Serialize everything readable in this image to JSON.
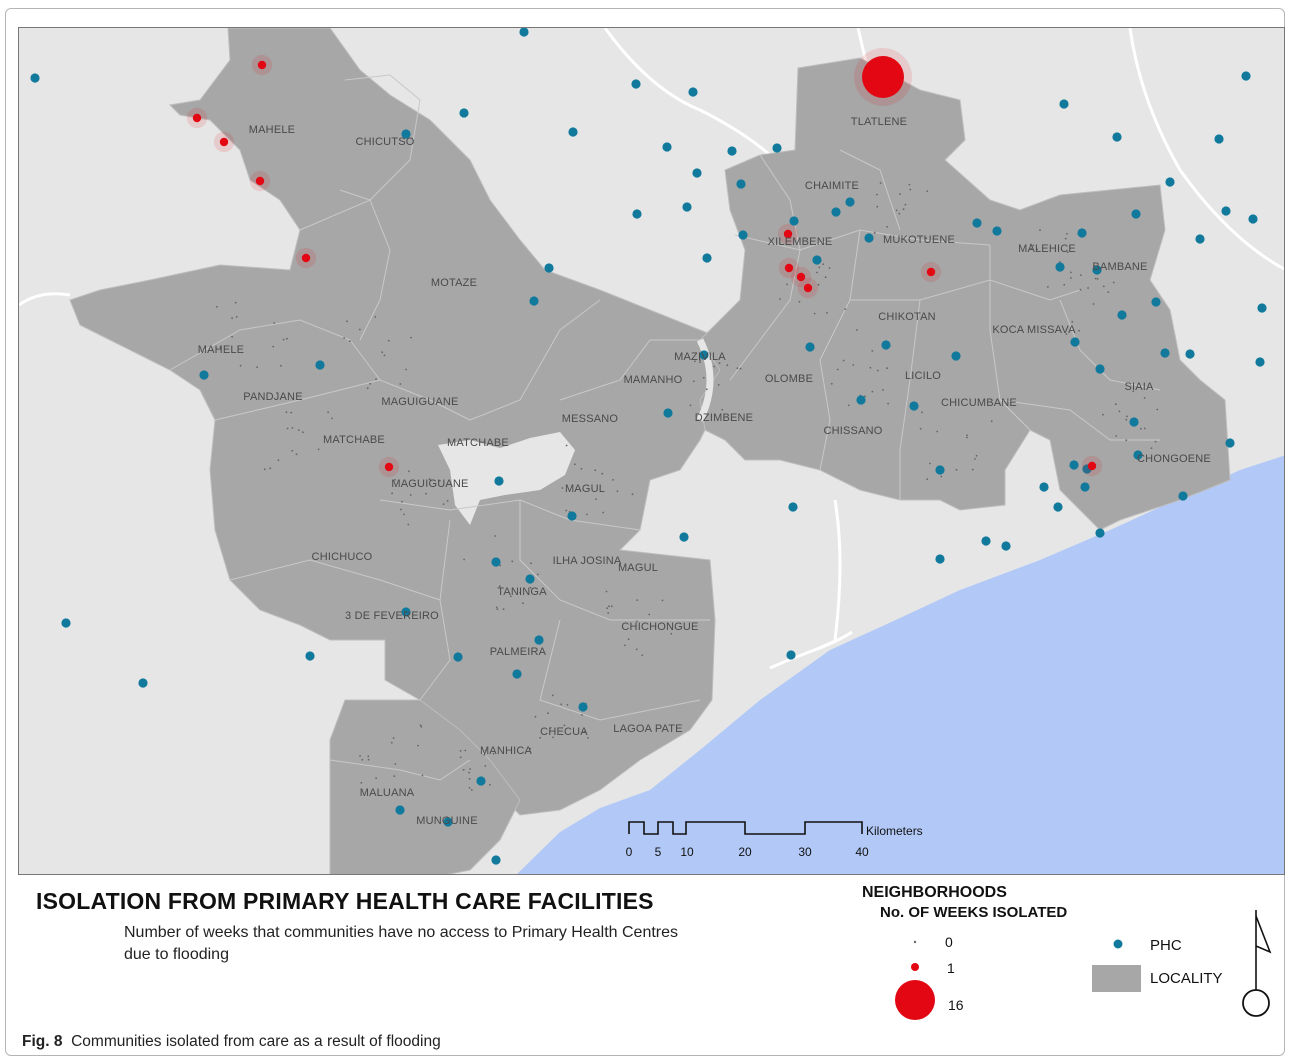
{
  "title": "ISOLATION FROM PRIMARY HEALTH CARE FACILITIES",
  "subtitle": "Number of weeks that communities have no access to Primary Health Centres due to flooding",
  "caption": {
    "label": "Fig. 8",
    "text": "Communities isolated from care as a result of flooding"
  },
  "legend": {
    "heading": "NEIGHBORHOODS",
    "subheading": "No. OF WEEKS ISOLATED",
    "sizes": [
      "0",
      "1",
      "16"
    ],
    "phc_label": "PHC",
    "locality_label": "LOCALITY"
  },
  "scale": {
    "unit": "Kilometers",
    "ticks": [
      "0",
      "5",
      "10",
      "20",
      "30",
      "40"
    ]
  },
  "colors": {
    "sea": "#b2c9f7",
    "land": "#e6e6e6",
    "locality": "#a7a7a7",
    "phc": "#117a9c",
    "isolated": "#e30613"
  },
  "localities": [
    "TLATLENE",
    "MAHELE",
    "CHICUTSO",
    "CHAIMITE",
    "XILEMBENE",
    "MUKOTUENE",
    "MALEHICE",
    "BAMBANE",
    "MOTAZE",
    "CHIKOTAN",
    "KOCA MISSAVA",
    "MAHELE",
    "MAZIVILA",
    "MAMANHO",
    "OLOMBE",
    "LICILO",
    "PANDJANE",
    "MAGUIGUANE",
    "SIAIA",
    "MESSANO",
    "DZIMBENE",
    "CHICUMBANE",
    "CHISSANO",
    "MATCHABE",
    "MATCHABE",
    "CHONGOENE",
    "MAGUIGUANE",
    "MAGUL",
    "CHICHUCO",
    "ILHA JOSINA",
    "MAGUL",
    "TANINGA",
    "3 DE FEVEREIRO",
    "CHICHONGUE",
    "PALMEIRA",
    "CHECUA",
    "LAGOA PATE",
    "MANHICA",
    "MALUANA",
    "MUNGUINE"
  ],
  "isolated_points": [
    {
      "weeks": 16,
      "near": "TLATLENE"
    },
    {
      "weeks": 1,
      "near": "MAHELE"
    },
    {
      "weeks": 1,
      "near": "MAHELE"
    },
    {
      "weeks": 1,
      "near": "MAHELE"
    },
    {
      "weeks": 1,
      "near": "MAHELE"
    },
    {
      "weeks": 1,
      "near": "MOTAZE"
    },
    {
      "weeks": 1,
      "near": "XILEMBENE"
    },
    {
      "weeks": 1,
      "near": "XILEMBENE"
    },
    {
      "weeks": 1,
      "near": "XILEMBENE"
    },
    {
      "weeks": 1,
      "near": "XILEMBENE"
    },
    {
      "weeks": 1,
      "near": "MUKOTUENE"
    },
    {
      "weeks": 1,
      "near": "MATCHABE"
    },
    {
      "weeks": 1,
      "near": "CHONGOENE"
    }
  ]
}
